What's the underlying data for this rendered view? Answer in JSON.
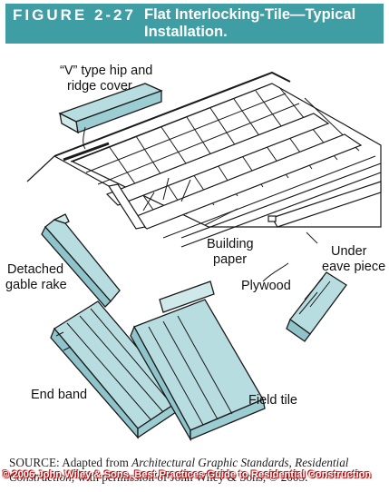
{
  "figure_label": "FIGURE 2-27",
  "figure_title": "Flat Interlocking-Tile—Typical Installation.",
  "callouts": {
    "hip_ridge_cover": [
      "“V” type hip and",
      "ridge cover"
    ],
    "detached_gable_rake": [
      "Detached",
      "gable rake"
    ],
    "building_paper": [
      "Building",
      "paper"
    ],
    "plywood": "Plywood",
    "under_eave_piece": [
      "Under",
      "eave piece"
    ],
    "end_band": "End band",
    "field_tile": "Field tile"
  },
  "source": {
    "prefix": "SOURCE: Adapted from ",
    "book": "Architectural Graphic Standards, Residential Construction,",
    "suffix": " with permission of John Wiley & Sons, © 2003."
  },
  "watermark": "© 2006 John Wiley & Sons, Best Practices Guide to Residential Construction",
  "colors": {
    "banner": "#3f9ea3",
    "tile": "#b7dde0",
    "outline": "#1a1a1a",
    "watermark": "#b01010"
  }
}
